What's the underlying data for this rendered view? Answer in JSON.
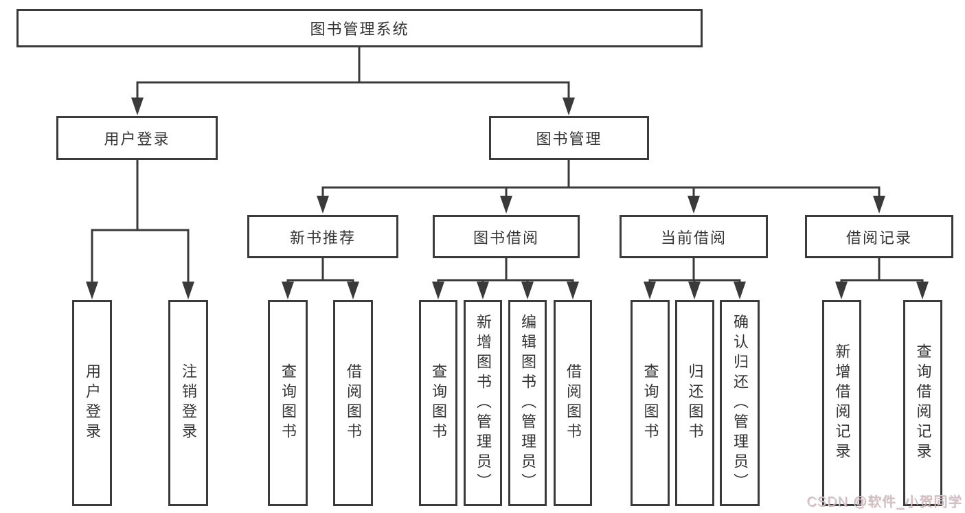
{
  "diagram": {
    "title": "图书管理系统",
    "type": "hierarchy-tree",
    "colors": {
      "line": "#3a3a3a",
      "box_border": "#3a3a3a",
      "text": "#333333",
      "background": "#ffffff",
      "watermark_text": "#c9c9cf"
    },
    "tree": {
      "label": "图书管理系统",
      "children": [
        {
          "label": "用户登录",
          "children": [
            {
              "label": "用户登录"
            },
            {
              "label": "注销登录"
            }
          ]
        },
        {
          "label": "图书管理",
          "children": [
            {
              "label": "新书推荐",
              "children": [
                {
                  "label": "查询图书"
                },
                {
                  "label": "借阅图书"
                }
              ]
            },
            {
              "label": "图书借阅",
              "children": [
                {
                  "label": "查询图书"
                },
                {
                  "label": "新增图书（管理员）"
                },
                {
                  "label": "编辑图书（管理员）"
                },
                {
                  "label": "借阅图书"
                }
              ]
            },
            {
              "label": "当前借阅",
              "children": [
                {
                  "label": "查询图书"
                },
                {
                  "label": "归还图书"
                },
                {
                  "label": "确认归还（管理员）"
                }
              ]
            },
            {
              "label": "借阅记录",
              "children": [
                {
                  "label": "新增借阅记录"
                },
                {
                  "label": "查询借阅记录"
                }
              ]
            }
          ]
        }
      ]
    }
  },
  "watermark": {
    "text": "CSDN @软件_小贺同学"
  }
}
